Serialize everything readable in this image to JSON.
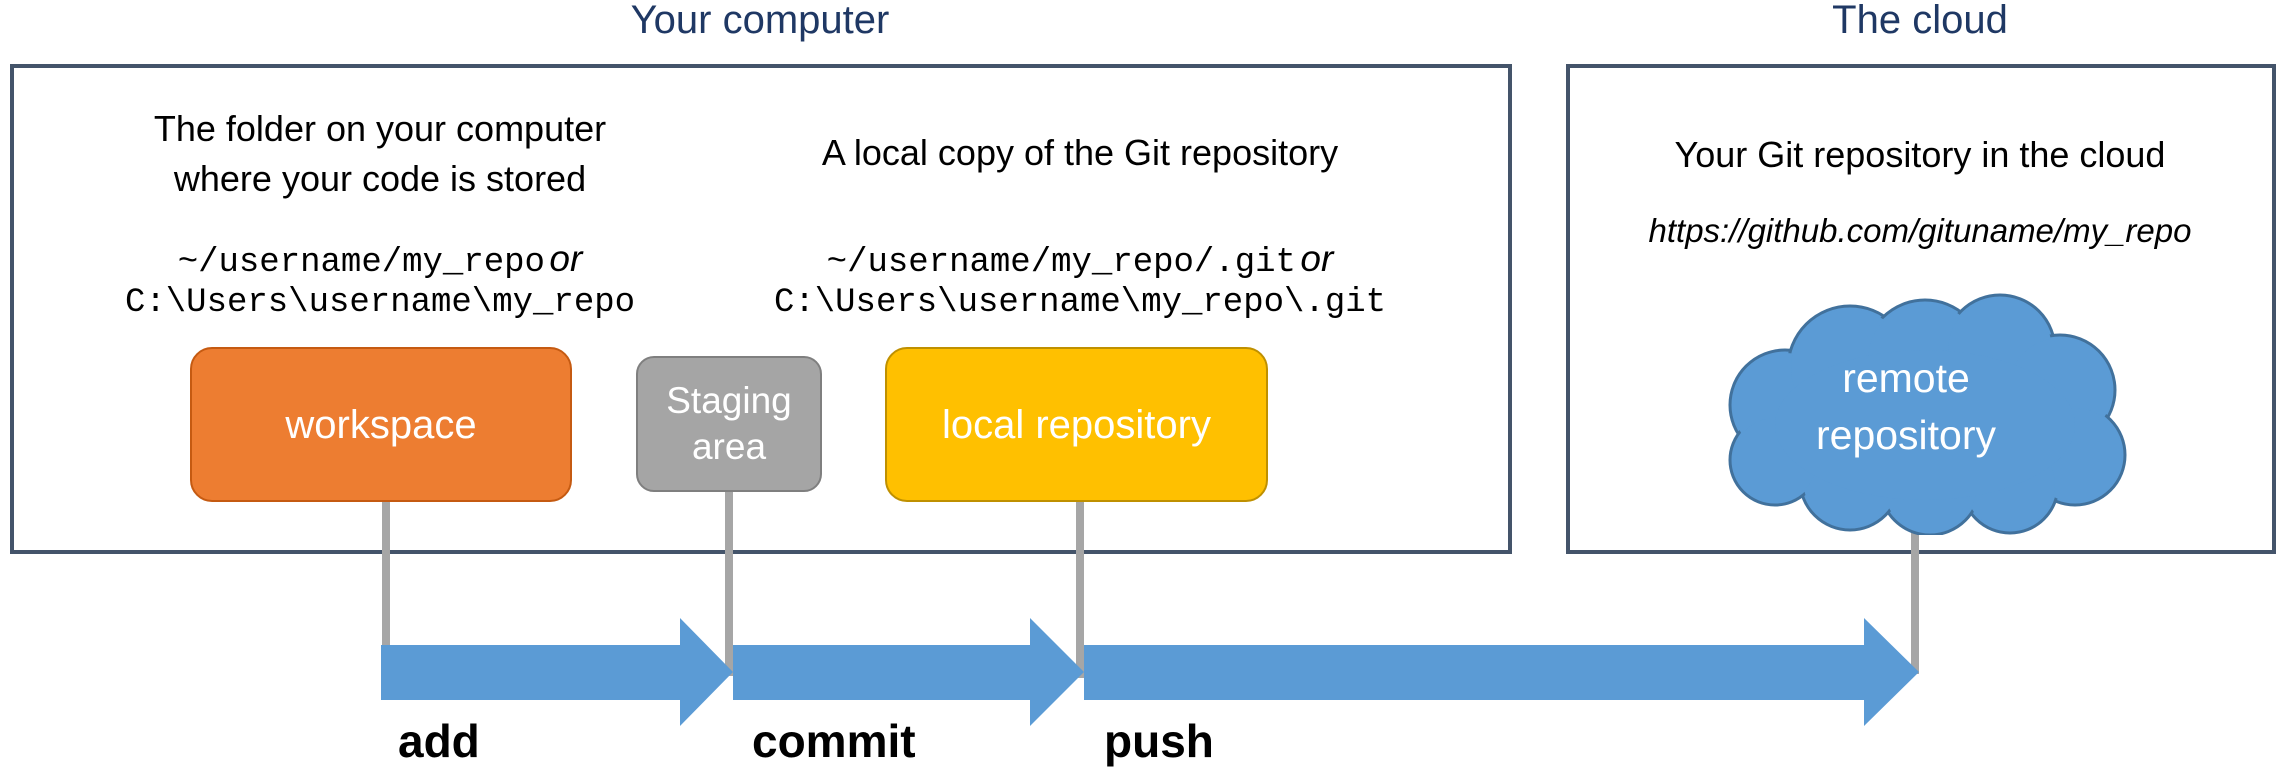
{
  "sections": {
    "computer_title": "Your computer",
    "cloud_title": "The cloud"
  },
  "workspace_area": {
    "description_line1": "The folder on your computer",
    "description_line2": "where your code is stored",
    "path_unix": "~/username/my_repo",
    "or": "or",
    "path_windows": "C:\\Users\\username\\my_repo",
    "box_label": "workspace"
  },
  "staging_area": {
    "box_label_line1": "Staging",
    "box_label_line2": "area"
  },
  "local_repo_area": {
    "description": "A local copy of the Git repository",
    "path_unix": "~/username/my_repo/.git",
    "or": "or",
    "path_windows": "C:\\Users\\username\\my_repo\\.git",
    "box_label": "local repository"
  },
  "cloud_area": {
    "description": "Your Git repository in the cloud",
    "url": "https://github.com/gituname/my_repo",
    "cloud_label_line1": "remote",
    "cloud_label_line2": "repository"
  },
  "steps": {
    "add": "add",
    "commit": "commit",
    "push": "push"
  },
  "colors": {
    "frame_border": "#44546a",
    "title_text": "#1f3864",
    "workspace_fill": "#ed7d31",
    "staging_fill": "#a5a5a5",
    "local_repo_fill": "#ffc000",
    "cloud_fill": "#5b9bd5",
    "arrow_fill": "#5b9bd5",
    "connector_line": "#a6a6a6"
  }
}
